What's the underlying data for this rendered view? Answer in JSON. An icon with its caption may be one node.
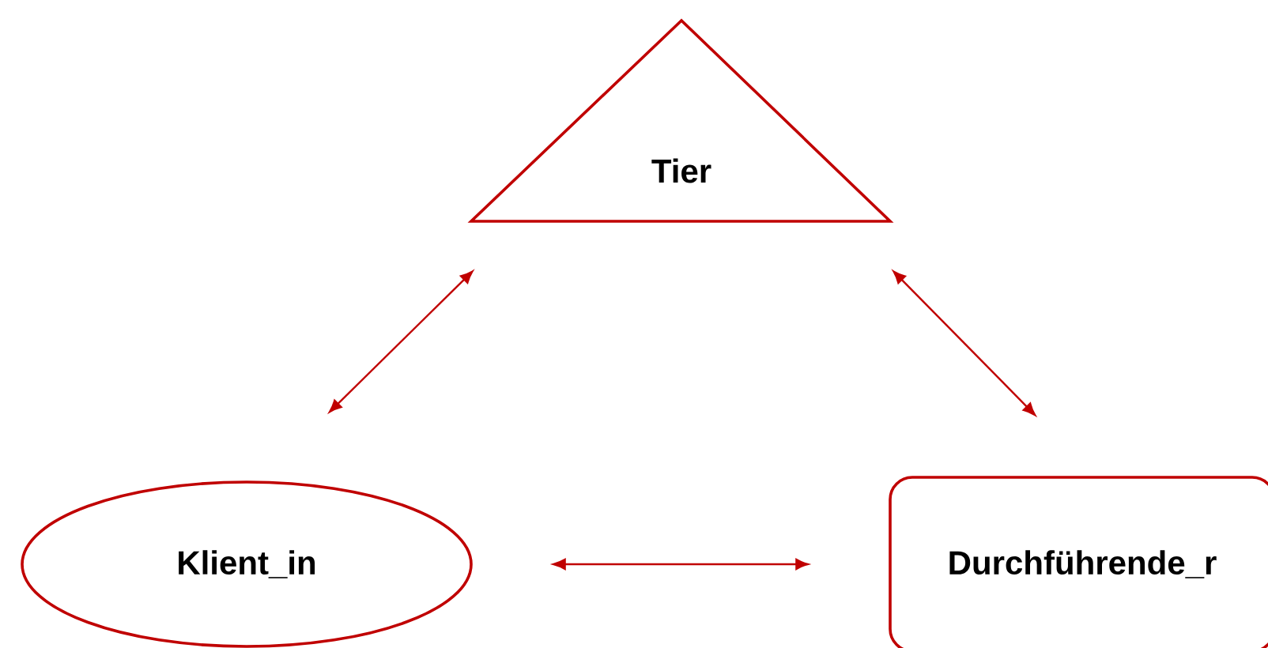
{
  "diagram": {
    "nodes": [
      {
        "text": [
          "Tier"
        ]
      },
      {
        "text": [
          "Klient_in"
        ]
      },
      {
        "text": [
          "Durchführende_r"
        ]
      }
    ],
    "edges": [
      {
        "from": 0,
        "to": 1,
        "arrow": "both"
      },
      {
        "from": 0,
        "to": 2,
        "arrow": "both"
      },
      {
        "from": 1,
        "to": 2,
        "arrow": "both"
      }
    ]
  }
}
